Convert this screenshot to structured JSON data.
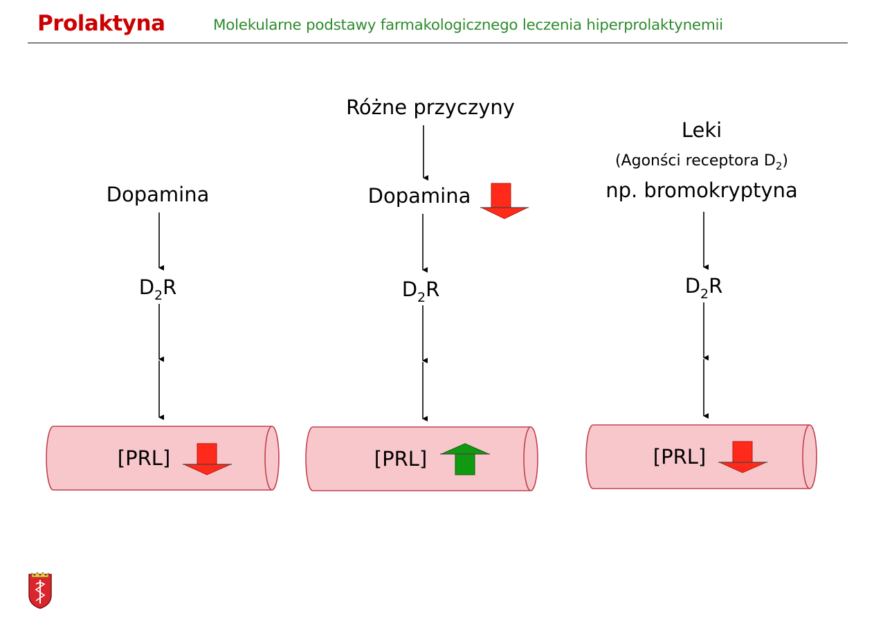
{
  "header": {
    "title": "Prolaktyna",
    "subtitle": "Molekularne podstawy farmakologicznego leczenia hiperprolaktynemii"
  },
  "columns": [
    {
      "top_lines": [],
      "source": "Dopamina",
      "source_trend": null,
      "receptor_main": "D",
      "receptor_sub": "2",
      "receptor_suffix": "R",
      "prl_label": "[PRL]",
      "prl_trend": "down"
    },
    {
      "top_lines": [
        "Różne przyczyny"
      ],
      "source": "Dopamina",
      "source_trend": "down",
      "receptor_main": "D",
      "receptor_sub": "2",
      "receptor_suffix": "R",
      "prl_label": "[PRL]",
      "prl_trend": "up"
    },
    {
      "top_lines": [],
      "leki": "Leki",
      "agonists_text": "(Agonści receptora D",
      "agonists_sub": "2",
      "agonists_close": ")",
      "example": "np. bromokryptyna",
      "receptor_main": "D",
      "receptor_sub": "2",
      "receptor_suffix": "R",
      "prl_label": "[PRL]",
      "prl_trend": "down"
    }
  ],
  "colors": {
    "title": "#cc0000",
    "subtitle": "#2e8b2e",
    "rule": "#7f7f7f",
    "vessel_fill": "#f8c7cc",
    "vessel_stroke": "#c0404a",
    "arrow_down": "#ff2a1a",
    "arrow_up": "#119911"
  },
  "icons": {
    "trend_down": "red-down-arrow-icon",
    "trend_up": "green-up-arrow-icon",
    "logo": "university-crest-icon"
  }
}
